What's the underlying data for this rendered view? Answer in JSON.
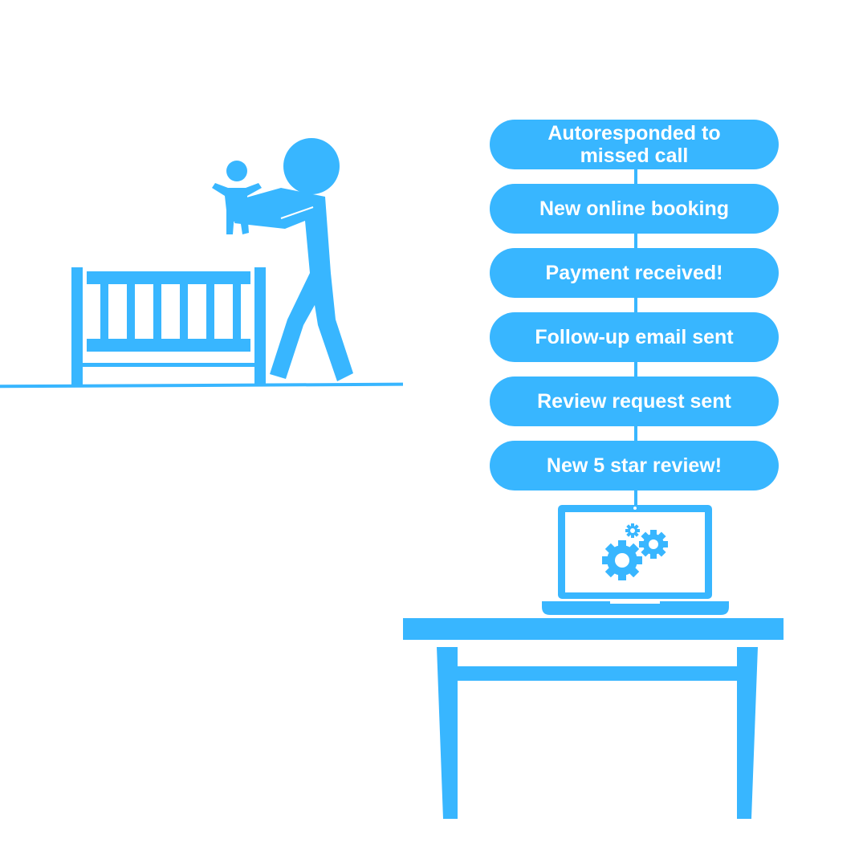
{
  "colors": {
    "accent": "#38b6ff",
    "background": "#ffffff"
  },
  "workflow": {
    "steps": [
      {
        "line1": "Autoresponded to",
        "line2": "missed call"
      },
      {
        "label": "New online booking"
      },
      {
        "label": "Payment received!"
      },
      {
        "label": "Follow-up email sent"
      },
      {
        "label": "Review request sent"
      },
      {
        "label": "New 5 star review!"
      }
    ]
  },
  "icons": [
    "parent-holding-baby-icon",
    "crib-icon",
    "laptop-icon",
    "gears-icon",
    "desk-icon"
  ]
}
